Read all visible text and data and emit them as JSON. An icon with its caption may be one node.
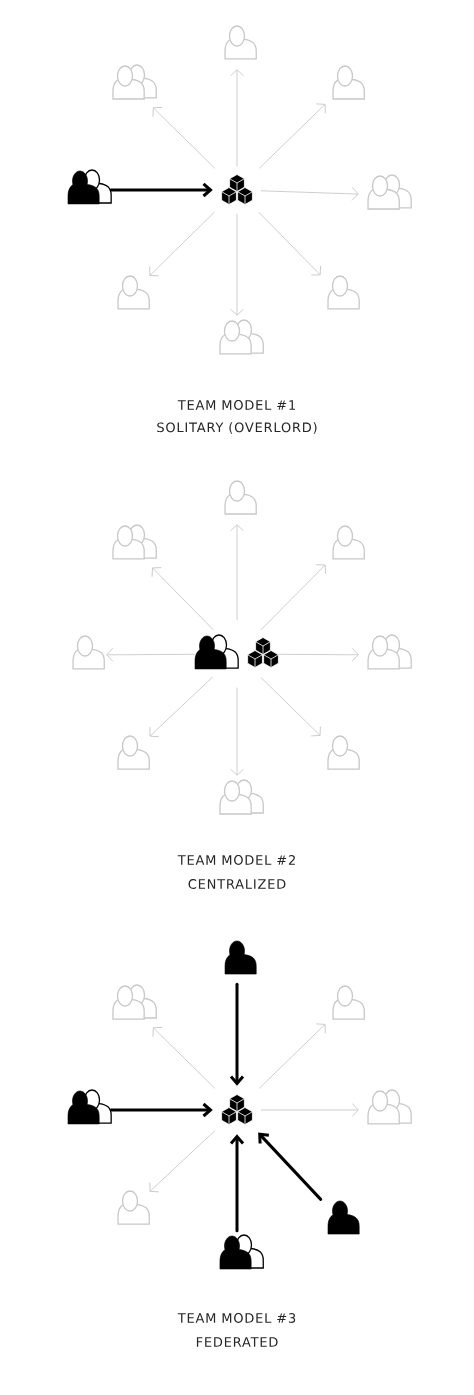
{
  "diagram": {
    "nodes": [
      {
        "text": [],
        "shape": "person"
      },
      {
        "text": [],
        "shape": "person"
      },
      {
        "text": [],
        "shape": "person"
      },
      {
        "text": [],
        "shape": "person"
      },
      {
        "text": [],
        "shape": "cubes"
      },
      {
        "text": [],
        "shape": "person"
      },
      {
        "text": [],
        "shape": "person"
      },
      {
        "text": [],
        "shape": "person"
      },
      {
        "text": [],
        "shape": "person"
      },
      {
        "text": [],
        "shape": "person"
      },
      {
        "text": [],
        "shape": "person"
      },
      {
        "text": [],
        "shape": "person"
      },
      {
        "text": [],
        "shape": "person"
      },
      {
        "text": [],
        "shape": "cubes"
      },
      {
        "text": [],
        "shape": "person"
      },
      {
        "text": [],
        "shape": "person"
      },
      {
        "text": [],
        "shape": "person"
      },
      {
        "text": [],
        "shape": "person"
      },
      {
        "text": [],
        "shape": "person"
      },
      {
        "text": [],
        "shape": "person"
      },
      {
        "text": [],
        "shape": "person"
      },
      {
        "text": [],
        "shape": "person"
      },
      {
        "text": [],
        "shape": "cubes"
      },
      {
        "text": [],
        "shape": "person"
      },
      {
        "text": [],
        "shape": "person"
      },
      {
        "text": [],
        "shape": "person"
      },
      {
        "text": [],
        "shape": "person"
      },
      {
        "text": [],
        "shape": "person"
      }
    ],
    "edges": [
      {
        "from": 3,
        "to": 4,
        "arrow": "to",
        "style": "thick",
        "color": "#000000"
      },
      {
        "from": 4,
        "to": 0,
        "arrow": "to"
      },
      {
        "from": 4,
        "to": 1,
        "arrow": "to"
      },
      {
        "from": 4,
        "to": 2,
        "arrow": "to"
      },
      {
        "from": 4,
        "to": 5,
        "arrow": "to"
      },
      {
        "from": 4,
        "to": 6,
        "arrow": "to"
      },
      {
        "from": 4,
        "to": 7,
        "arrow": "to"
      },
      {
        "from": 4,
        "to": 8,
        "arrow": "to"
      },
      {
        "from": 12,
        "to": 9,
        "arrow": "to"
      },
      {
        "from": 12,
        "to": 10,
        "arrow": "to"
      },
      {
        "from": 13,
        "to": 11,
        "arrow": "to"
      },
      {
        "from": 12,
        "to": 14,
        "arrow": "to"
      },
      {
        "from": 13,
        "to": 15,
        "arrow": "to"
      },
      {
        "from": 12,
        "to": 16,
        "arrow": "to"
      },
      {
        "from": 13,
        "to": 17,
        "arrow": "to"
      },
      {
        "from": 12,
        "to": 18,
        "arrow": "to"
      },
      {
        "from": 19,
        "to": 22,
        "arrow": "to",
        "style": "thick",
        "color": "#000000"
      },
      {
        "from": 22,
        "to": 20,
        "arrow": "to"
      },
      {
        "from": 22,
        "to": 21,
        "arrow": "to"
      },
      {
        "from": 23,
        "to": 22,
        "arrow": "to",
        "style": "thick",
        "color": "#000000"
      },
      {
        "from": 22,
        "to": 24,
        "arrow": "to"
      },
      {
        "from": 22,
        "to": 25,
        "arrow": "to"
      },
      {
        "from": 26,
        "to": 22,
        "arrow": "to",
        "style": "thick",
        "color": "#000000"
      },
      {
        "from": 27,
        "to": 22,
        "arrow": "to",
        "style": "thick",
        "color": "#000000"
      }
    ],
    "labels": [
      "TEAM MODEL #1",
      "SOLITARY (OVERLORD)",
      "TEAM MODEL #2",
      "CENTRALIZED",
      "TEAM MODEL #3",
      "FEDERATED"
    ]
  }
}
